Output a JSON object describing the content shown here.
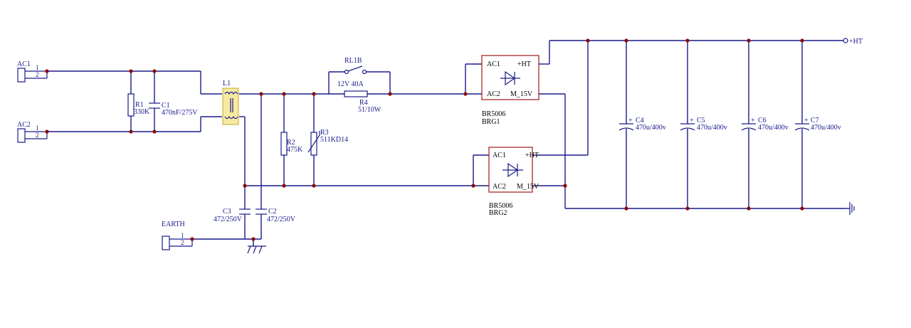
{
  "connectors": {
    "ac1": {
      "name": "AC1",
      "pin1": "1",
      "pin2": "2"
    },
    "ac2": {
      "name": "AC2",
      "pin1": "1",
      "pin2": "2"
    },
    "earth": {
      "name": "EARTH",
      "pin1": "1",
      "pin2": "2"
    }
  },
  "components": {
    "r1": {
      "ref": "R1",
      "value": "330K"
    },
    "c1": {
      "ref": "C1",
      "value": "470nF/275V"
    },
    "l1": {
      "ref": "L1"
    },
    "r2": {
      "ref": "R2",
      "value": "475K"
    },
    "r3": {
      "ref": "R3",
      "value": "511KD14"
    },
    "relay": {
      "ref": "RL1B",
      "value": "12V 40A"
    },
    "r4": {
      "ref": "R4",
      "value": "51/10W"
    },
    "c2": {
      "ref": "C2",
      "value": "472/250V"
    },
    "c3": {
      "ref": "C3",
      "value": "472/250V"
    },
    "c4": {
      "ref": "C4",
      "value": "470u/400v",
      "plus": "+"
    },
    "c5": {
      "ref": "C5",
      "value": "470u/400v",
      "plus": "+"
    },
    "c6": {
      "ref": "C6",
      "value": "470u/400v",
      "plus": "+"
    },
    "c7": {
      "ref": "C7",
      "value": "470u/400v",
      "plus": "+"
    }
  },
  "bridges": {
    "brg1": {
      "ref": "BRG1",
      "part": "BR5006",
      "pin_ac1": "AC1",
      "pin_ac2": "AC2",
      "pin_ht": "+HT",
      "pin_m": "M_15V"
    },
    "brg2": {
      "ref": "BRG2",
      "part": "BR5006",
      "pin_ac1": "AC1",
      "pin_ac2": "AC2",
      "pin_ht": "+HT",
      "pin_m": "M_15V"
    }
  },
  "output": {
    "label": "+HT"
  },
  "colors": {
    "wire": "#1a1a8c",
    "junction": "#8b0a0a",
    "bridge_box": "#a01818",
    "inductor_fill": "#f7eaa0"
  }
}
